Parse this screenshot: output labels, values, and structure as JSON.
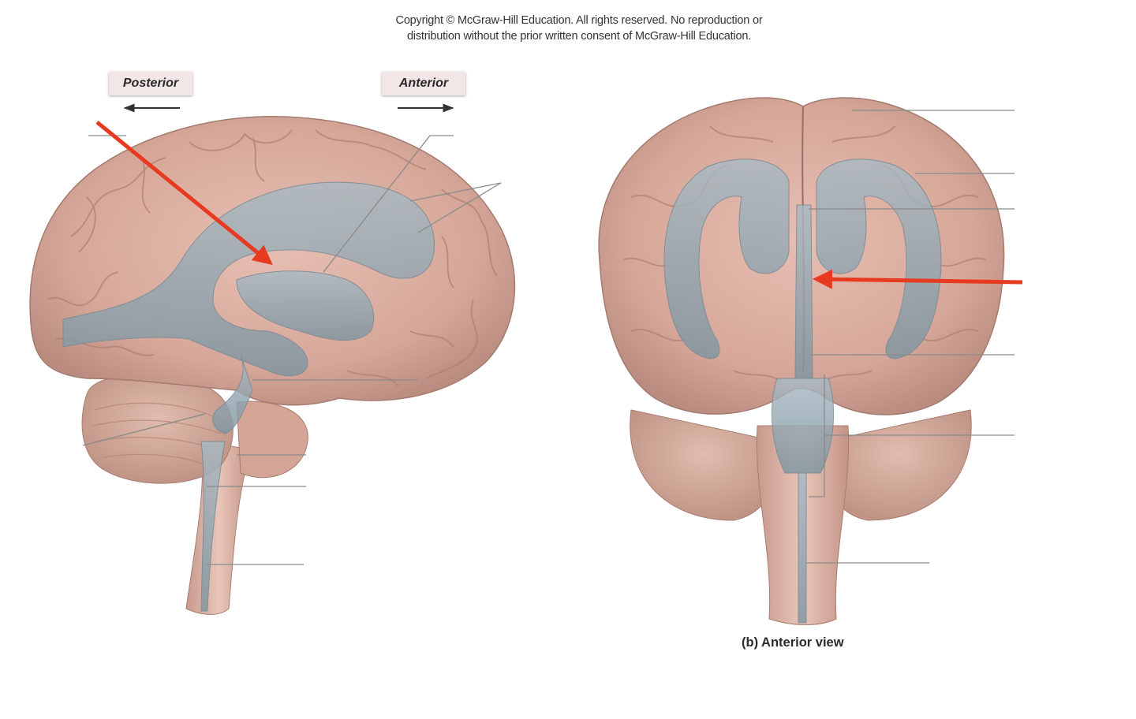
{
  "copyright": {
    "line1": "Copyright © McGraw-Hill Education.  All rights reserved. No reproduction or",
    "line2": "distribution without the prior written consent of McGraw-Hill Education."
  },
  "directions": {
    "posterior": "Posterior",
    "anterior": "Anterior"
  },
  "panel_b": {
    "caption": "(b) Anterior view"
  },
  "colors": {
    "brain": "#d9ada0",
    "brain_shadow": "#b88a7d",
    "ventricle": "#8ea2ad",
    "arrow": "#e63a21",
    "leader_line": "#8a8a8a"
  }
}
